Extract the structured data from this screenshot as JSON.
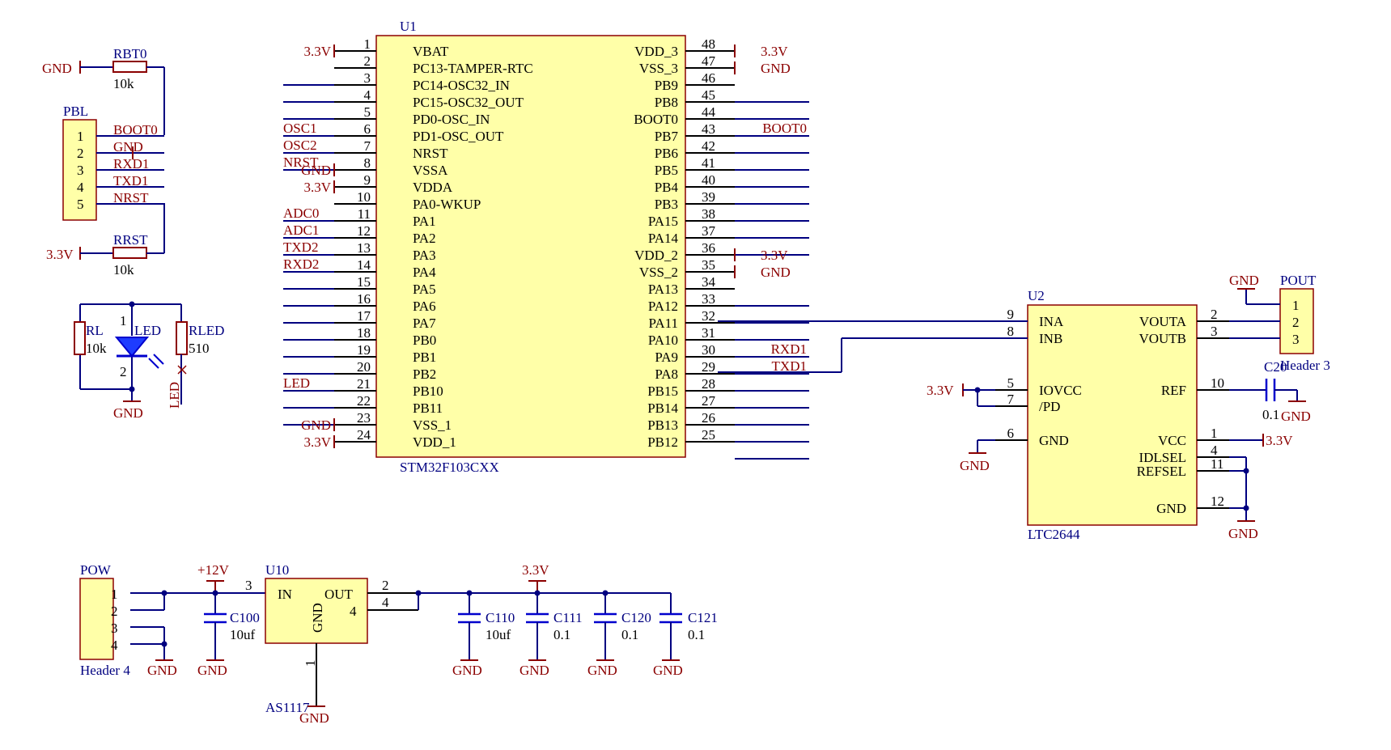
{
  "u1": {
    "ref": "U1",
    "part": "STM32F103CXX",
    "left": [
      {
        "n": "1",
        "name": "VBAT",
        "net": "3.3V"
      },
      {
        "n": "2",
        "name": "PC13-TAMPER-RTC",
        "net": ""
      },
      {
        "n": "3",
        "name": "PC14-OSC32_IN",
        "net": ""
      },
      {
        "n": "4",
        "name": "PC15-OSC32_OUT",
        "net": ""
      },
      {
        "n": "5",
        "name": "PD0-OSC_IN",
        "net": "OSC1"
      },
      {
        "n": "6",
        "name": "PD1-OSC_OUT",
        "net": "OSC2"
      },
      {
        "n": "7",
        "name": "NRST",
        "net": "NRST"
      },
      {
        "n": "8",
        "name": "VSSA",
        "net": "GND"
      },
      {
        "n": "9",
        "name": "VDDA",
        "net": "3.3V"
      },
      {
        "n": "10",
        "name": "PA0-WKUP",
        "net": "ADC0"
      },
      {
        "n": "11",
        "name": "PA1",
        "net": "ADC1"
      },
      {
        "n": "12",
        "name": "PA2",
        "net": "TXD2"
      },
      {
        "n": "13",
        "name": "PA3",
        "net": "RXD2"
      },
      {
        "n": "14",
        "name": "PA4",
        "net": ""
      },
      {
        "n": "15",
        "name": "PA5",
        "net": ""
      },
      {
        "n": "16",
        "name": "PA6",
        "net": ""
      },
      {
        "n": "17",
        "name": "PA7",
        "net": ""
      },
      {
        "n": "18",
        "name": "PB0",
        "net": ""
      },
      {
        "n": "19",
        "name": "PB1",
        "net": ""
      },
      {
        "n": "20",
        "name": "PB2",
        "net": "LED"
      },
      {
        "n": "21",
        "name": "PB10",
        "net": ""
      },
      {
        "n": "22",
        "name": "PB11",
        "net": ""
      },
      {
        "n": "23",
        "name": "VSS_1",
        "net": "GND"
      },
      {
        "n": "24",
        "name": "VDD_1",
        "net": "3.3V"
      }
    ],
    "right": [
      {
        "n": "48",
        "name": "VDD_3",
        "net": "3.3V"
      },
      {
        "n": "47",
        "name": "VSS_3",
        "net": "GND"
      },
      {
        "n": "46",
        "name": "PB9",
        "net": ""
      },
      {
        "n": "45",
        "name": "PB8",
        "net": ""
      },
      {
        "n": "44",
        "name": "BOOT0",
        "net": "BOOT0"
      },
      {
        "n": "43",
        "name": "PB7",
        "net": ""
      },
      {
        "n": "42",
        "name": "PB6",
        "net": ""
      },
      {
        "n": "41",
        "name": "PB5",
        "net": ""
      },
      {
        "n": "40",
        "name": "PB4",
        "net": ""
      },
      {
        "n": "39",
        "name": "PB3",
        "net": ""
      },
      {
        "n": "38",
        "name": "PA15",
        "net": ""
      },
      {
        "n": "37",
        "name": "PA14",
        "net": ""
      },
      {
        "n": "36",
        "name": "VDD_2",
        "net": "3.3V"
      },
      {
        "n": "35",
        "name": "VSS_2",
        "net": "GND"
      },
      {
        "n": "34",
        "name": "PA13",
        "net": ""
      },
      {
        "n": "33",
        "name": "PA12",
        "net": ""
      },
      {
        "n": "32",
        "name": "PA11",
        "net": ""
      },
      {
        "n": "31",
        "name": "PA10",
        "net": "RXD1"
      },
      {
        "n": "30",
        "name": "PA9",
        "net": "TXD1"
      },
      {
        "n": "29",
        "name": "PA8",
        "net": ""
      },
      {
        "n": "28",
        "name": "PB15",
        "net": ""
      },
      {
        "n": "27",
        "name": "PB14",
        "net": ""
      },
      {
        "n": "26",
        "name": "PB13",
        "net": ""
      },
      {
        "n": "25",
        "name": "PB12",
        "net": ""
      }
    ]
  },
  "pbl": {
    "ref": "PBL",
    "pins": [
      "1",
      "2",
      "3",
      "4",
      "5"
    ],
    "nets": [
      "BOOT0",
      "GND",
      "RXD1",
      "TXD1",
      "NRST"
    ]
  },
  "rbt0": {
    "ref": "RBT0",
    "value": "10k",
    "net_left": "GND"
  },
  "rrst": {
    "ref": "RRST",
    "value": "10k",
    "net_left": "3.3V"
  },
  "led_circuit": {
    "rl_ref": "RL",
    "rl_value": "10k",
    "led_ref": "LED",
    "led_pin1": "1",
    "led_pin2": "2",
    "led_part": "LED",
    "rled_ref": "RLED",
    "rled_value": "510",
    "gnd": "GND"
  },
  "u2": {
    "ref": "U2",
    "part": "LTC2644",
    "left": [
      {
        "n": "9",
        "name": "INA"
      },
      {
        "n": "8",
        "name": "INB"
      },
      {
        "n": "5",
        "name": "IOVCC"
      },
      {
        "n": "7",
        "name": "/PD"
      },
      {
        "n": "6",
        "name": "GND"
      }
    ],
    "right": [
      {
        "n": "2",
        "name": "VOUTA"
      },
      {
        "n": "3",
        "name": "VOUTB"
      },
      {
        "n": "10",
        "name": "REF"
      },
      {
        "n": "1",
        "name": "VCC"
      },
      {
        "n": "4",
        "name": "IDLSEL"
      },
      {
        "n": "11",
        "name": "REFSEL"
      },
      {
        "n": "12",
        "name": "GND"
      }
    ],
    "net_iovcc": "3.3V",
    "net_gnd": "GND",
    "net_vcc": "3.3V",
    "net_gnd2": "GND"
  },
  "pout": {
    "ref": "POUT",
    "part": "Header 3",
    "pins": [
      "1",
      "2",
      "3"
    ],
    "gnd": "GND"
  },
  "c20": {
    "ref": "C20",
    "value": "0.1",
    "gnd": "GND"
  },
  "pow": {
    "ref": "POW",
    "part": "Header 4",
    "pins": [
      "1",
      "2",
      "3",
      "4"
    ],
    "gnd": "GND"
  },
  "power": {
    "v12": "+12V",
    "v33": "3.3V",
    "gnd": "GND",
    "u10_ref": "U10",
    "u10_part": "AS1117",
    "u10_in": "IN",
    "u10_out": "OUT",
    "u10_gnd": "GND",
    "u10_pin3": "3",
    "u10_pin2": "2",
    "u10_pin4_left": "4",
    "u10_pin4_right": "4",
    "u10_pin1": "1",
    "caps": [
      {
        "ref": "C100",
        "value": "10uf"
      },
      {
        "ref": "C110",
        "value": "10uf"
      },
      {
        "ref": "C111",
        "value": "0.1"
      },
      {
        "ref": "C120",
        "value": "0.1"
      },
      {
        "ref": "C121",
        "value": "0.1"
      }
    ]
  }
}
